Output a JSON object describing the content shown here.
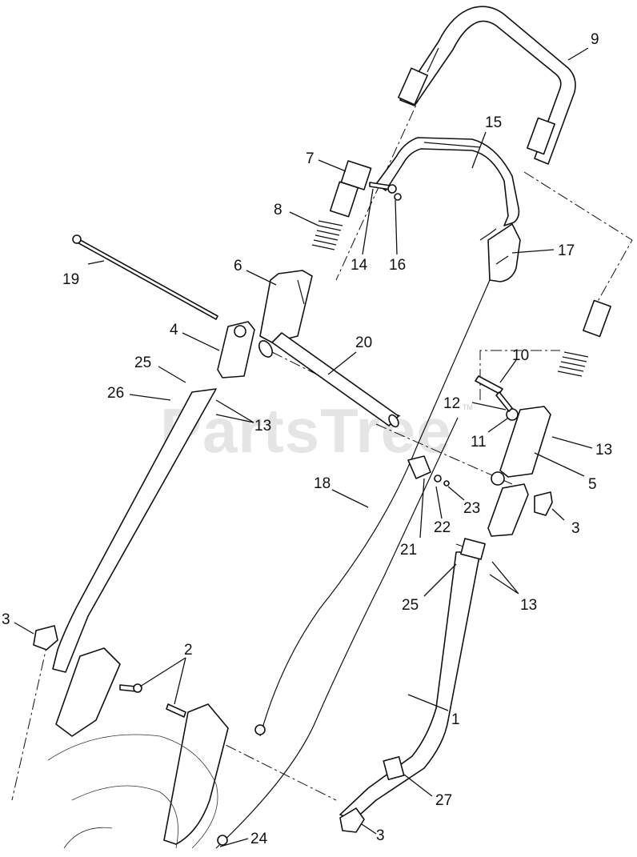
{
  "watermark": {
    "text": "PartsTree",
    "trademark": "TM"
  },
  "callouts": [
    {
      "id": "c9",
      "label": "9"
    },
    {
      "id": "c15",
      "label": "15"
    },
    {
      "id": "c7",
      "label": "7"
    },
    {
      "id": "c8",
      "label": "8"
    },
    {
      "id": "c14",
      "label": "14"
    },
    {
      "id": "c16",
      "label": "16"
    },
    {
      "id": "c17",
      "label": "17"
    },
    {
      "id": "c19",
      "label": "19"
    },
    {
      "id": "c6",
      "label": "6"
    },
    {
      "id": "c4",
      "label": "4"
    },
    {
      "id": "c20",
      "label": "20"
    },
    {
      "id": "c25a",
      "label": "25"
    },
    {
      "id": "c26",
      "label": "26"
    },
    {
      "id": "c13a",
      "label": "13"
    },
    {
      "id": "c10",
      "label": "10"
    },
    {
      "id": "c12",
      "label": "12"
    },
    {
      "id": "c11",
      "label": "11"
    },
    {
      "id": "c13b",
      "label": "13"
    },
    {
      "id": "c5",
      "label": "5"
    },
    {
      "id": "c18",
      "label": "18"
    },
    {
      "id": "c23",
      "label": "23"
    },
    {
      "id": "c22",
      "label": "22"
    },
    {
      "id": "c21",
      "label": "21"
    },
    {
      "id": "c3a",
      "label": "3"
    },
    {
      "id": "c25b",
      "label": "25"
    },
    {
      "id": "c13c",
      "label": "13"
    },
    {
      "id": "c3b",
      "label": "3"
    },
    {
      "id": "c2",
      "label": "2"
    },
    {
      "id": "c1",
      "label": "1"
    },
    {
      "id": "c27",
      "label": "27"
    },
    {
      "id": "c3c",
      "label": "3"
    },
    {
      "id": "c24",
      "label": "24"
    }
  ]
}
